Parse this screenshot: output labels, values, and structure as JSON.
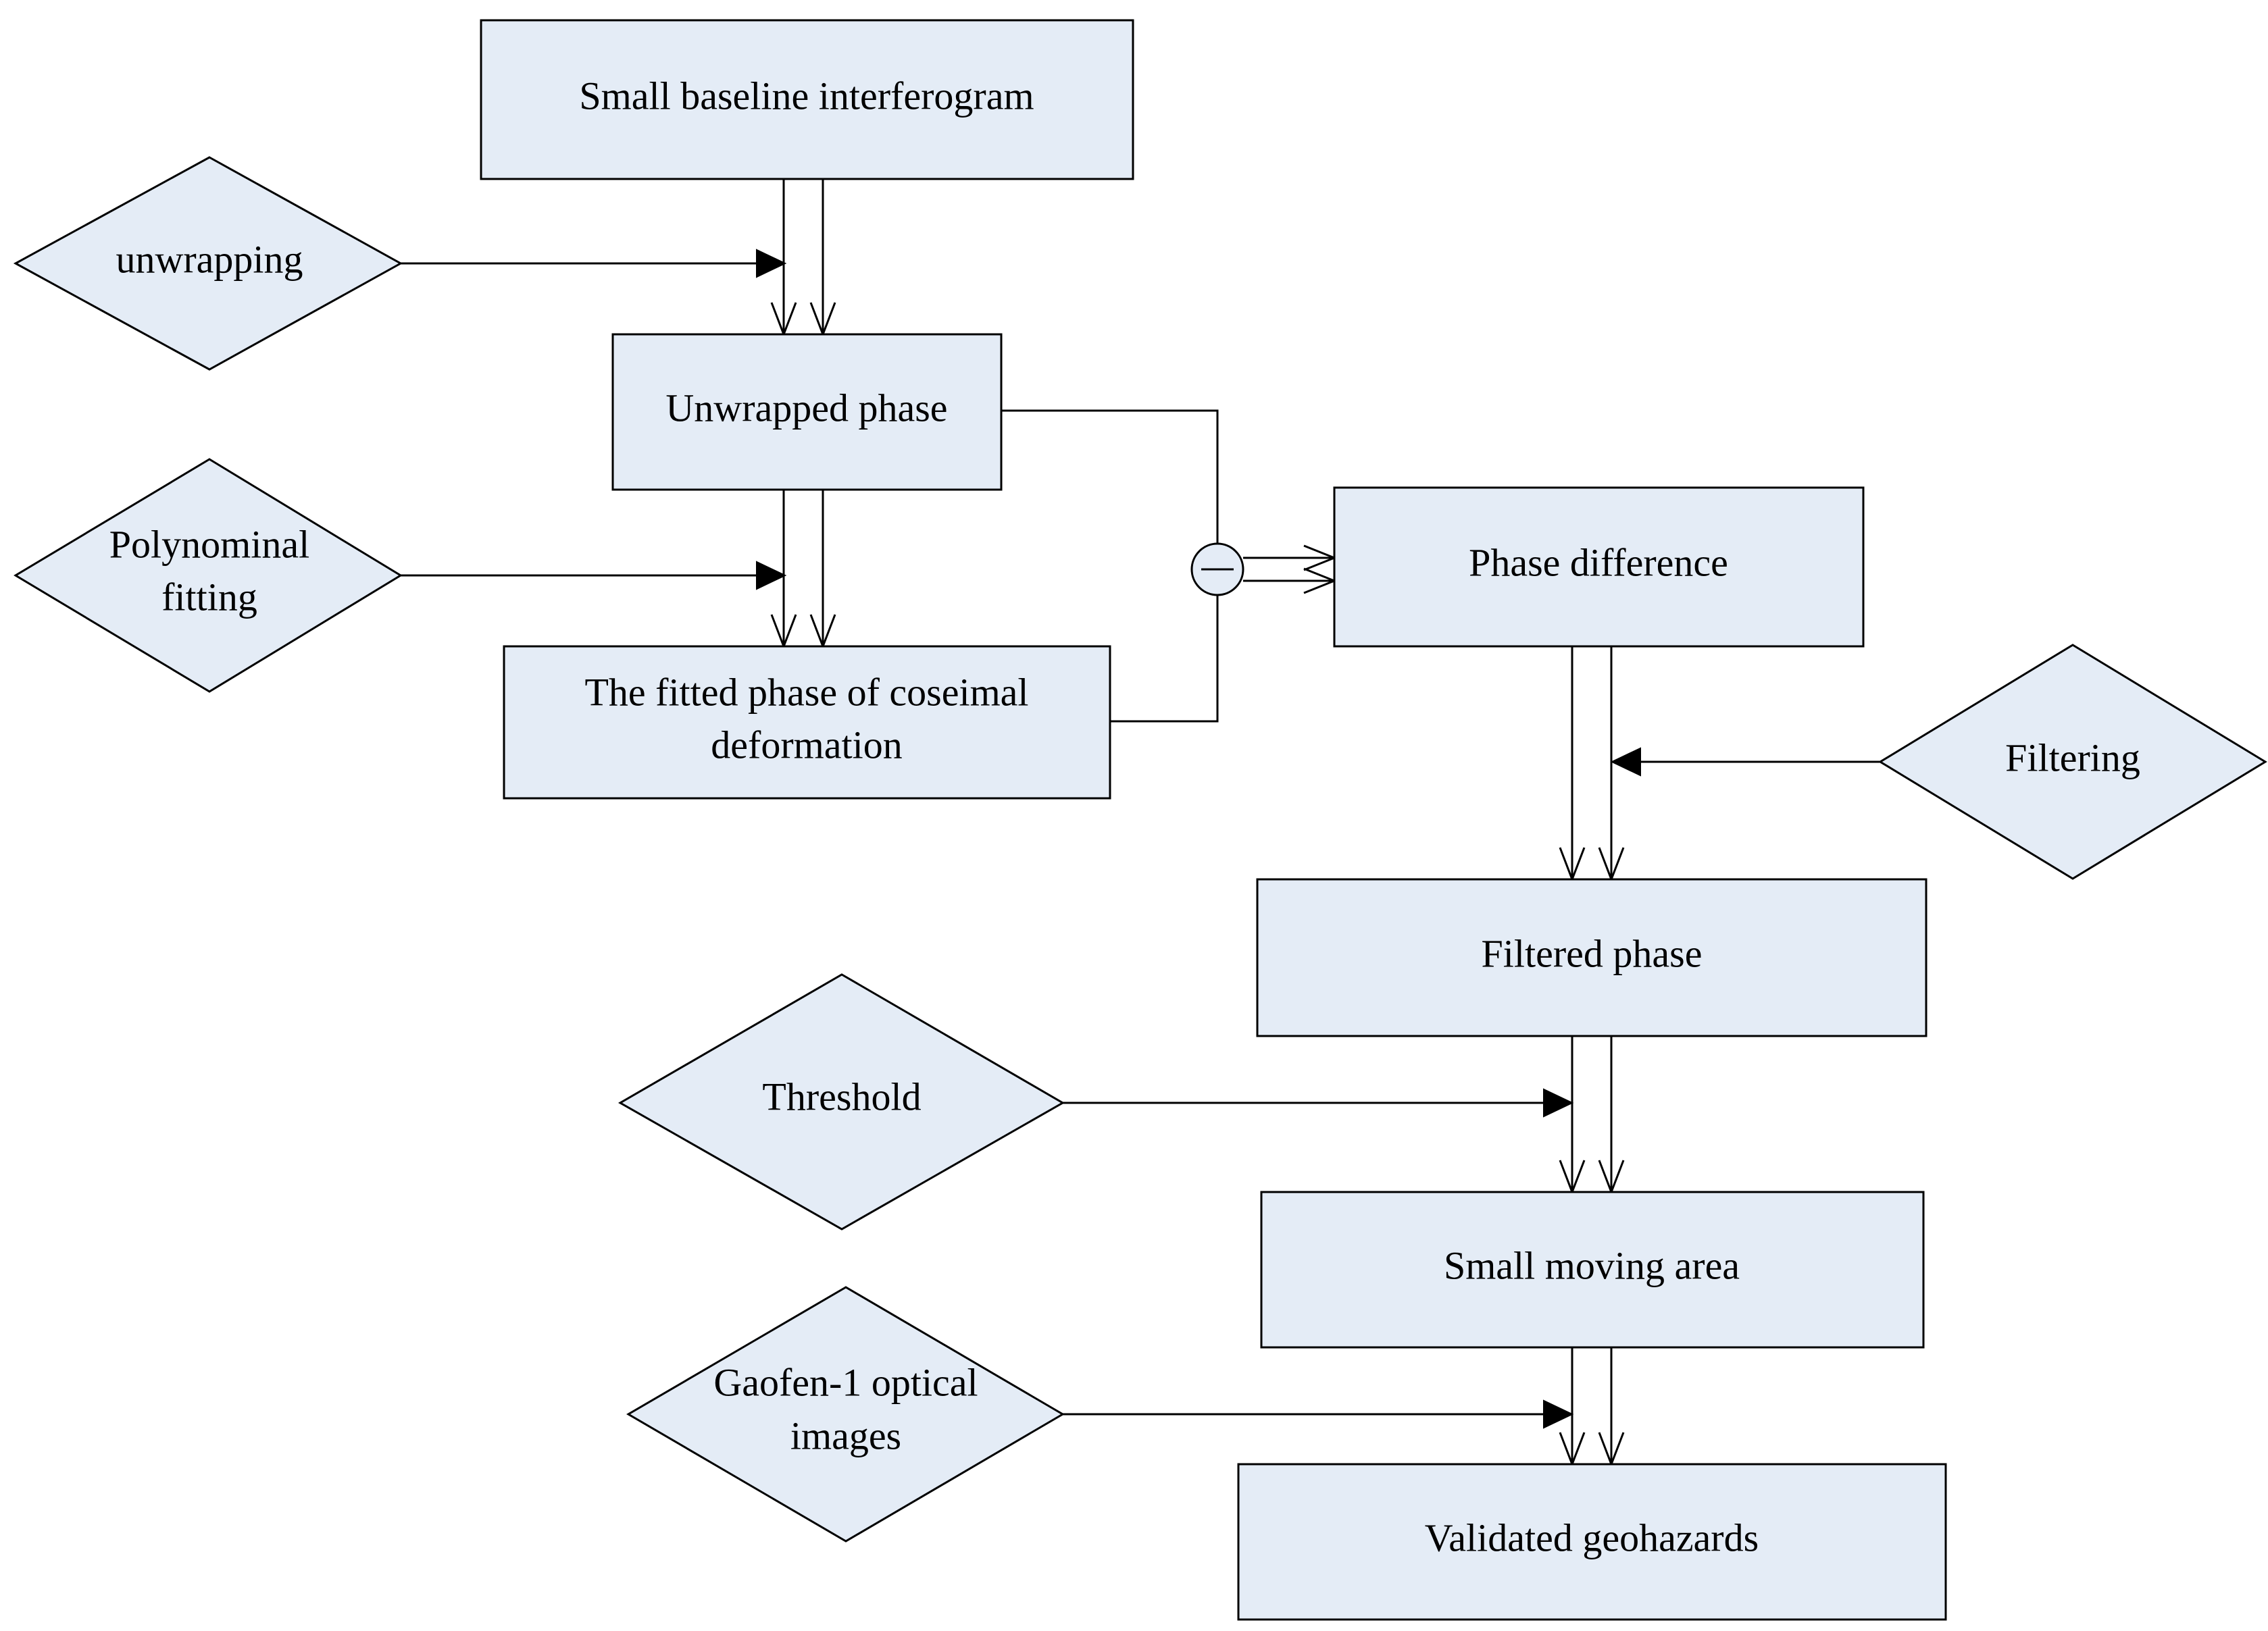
{
  "nodes": {
    "small_baseline_interferogram": [
      "Small baseline interferogram"
    ],
    "unwrapped_phase": [
      "Unwrapped phase"
    ],
    "fitted_phase": [
      "The fitted phase of coseimal",
      "deformation"
    ],
    "phase_difference": [
      "Phase difference"
    ],
    "filtered_phase": [
      "Filtered phase"
    ],
    "small_moving_area": [
      "Small moving area"
    ],
    "validated_geohazards": [
      "Validated geohazards"
    ]
  },
  "operations": {
    "unwrapping": [
      "unwrapping"
    ],
    "polynominal_fitting": [
      "Polynominal",
      "fitting"
    ],
    "filtering": [
      "Filtering"
    ],
    "threshold": [
      "Threshold"
    ],
    "gaofen_optical": [
      "Gaofen-1 optical",
      "images"
    ]
  },
  "colors": {
    "box_fill": "#e4ecf6",
    "stroke": "#000000"
  },
  "symbols": {
    "subtract": "minus-operator"
  }
}
